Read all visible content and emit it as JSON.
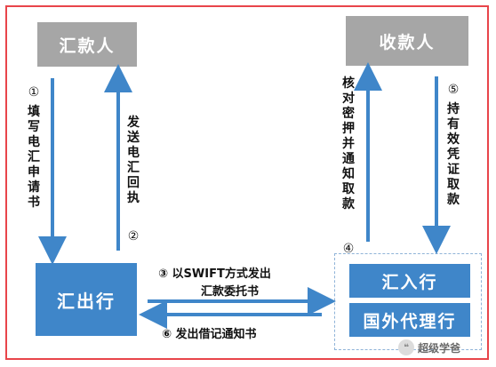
{
  "nodes": {
    "remitter": "汇款人",
    "payee": "收款人",
    "remitting_bank": "汇出行",
    "paying_bank": "汇入行",
    "foreign_agent": "国外代理行"
  },
  "steps": {
    "s1_num": "①",
    "s1_text": "填写电汇申请书",
    "s2_text": "发送电汇回执",
    "s2_num": "②",
    "s3_line1": "③ 以SWIFT方式发出",
    "s3_line2": "汇款委托书",
    "s4_text": "核对密押并通知取款",
    "s4_num": "④",
    "s5_num": "⑤",
    "s5_text": "持有效凭证取款",
    "s6_text": "⑥ 发出借记通知书"
  },
  "watermark": "超级学爸",
  "colors": {
    "grey_box": "#a6a6a6",
    "blue_box": "#3f86c9",
    "frame": "#e8454a",
    "arrow": "#3f86c9"
  }
}
